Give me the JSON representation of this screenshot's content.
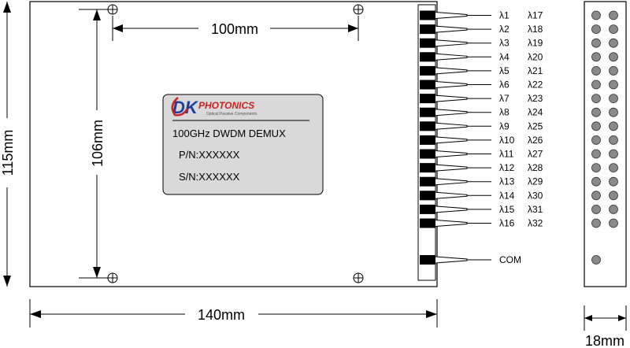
{
  "dimensions": {
    "width_inner": "100mm",
    "width_outer": "140mm",
    "height_inner": "106mm",
    "height_outer": "115mm",
    "side_thickness": "18mm"
  },
  "label_plate": {
    "logo_mark": "DK",
    "logo_brand": "PHOTONICS",
    "logo_tagline": "Optical Passive Components",
    "product": "100GHz DWDM DEMUX",
    "part_number": "P/N:XXXXXX",
    "serial_number": "S/N:XXXXXX"
  },
  "ports": {
    "left_column": [
      "λ1",
      "λ2",
      "λ3",
      "λ4",
      "λ5",
      "λ6",
      "λ7",
      "λ8",
      "λ9",
      "λ10",
      "λ11",
      "λ12",
      "λ13",
      "λ14",
      "λ15",
      "λ16"
    ],
    "right_column": [
      "λ17",
      "λ18",
      "λ19",
      "λ20",
      "λ21",
      "λ22",
      "λ23",
      "λ24",
      "λ25",
      "λ26",
      "λ27",
      "λ28",
      "λ29",
      "λ30",
      "λ31",
      "λ32"
    ],
    "common": "COM"
  },
  "colors": {
    "line": "#000000",
    "plate_fill": "#d9d9d9",
    "dot_fill": "#8a8a8a",
    "logo_red": "#cc2222",
    "logo_blue": "#1f3f9a"
  }
}
